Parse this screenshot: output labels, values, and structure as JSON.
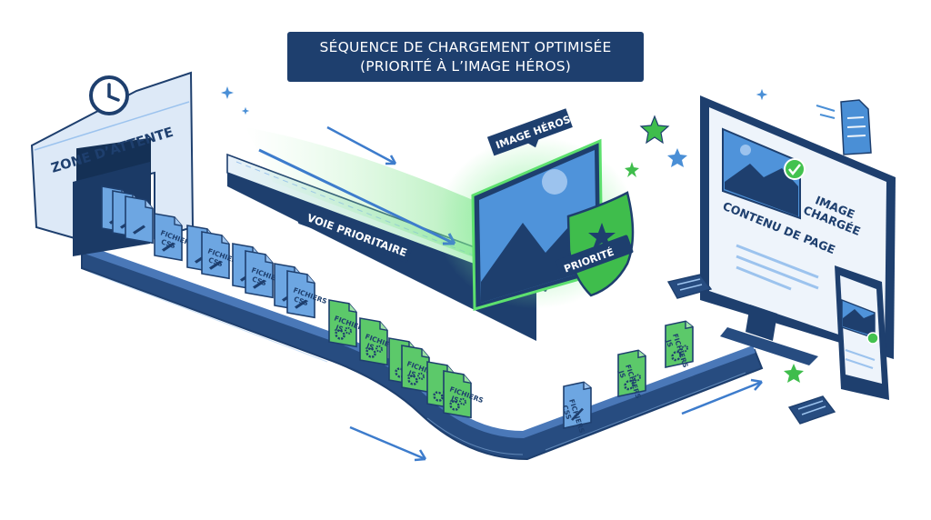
{
  "title": {
    "line1": "SÉQUENCE DE CHARGEMENT OPTIMISÉE",
    "line2": "(PRIORITÉ À L’IMAGE HÉROS)"
  },
  "labels": {
    "waiting_zone": "ZONE D’ATTENTE",
    "priority_lane": "VOIE PRIORITAIRE",
    "hero_image": "IMAGE HÉROS",
    "priority_badge": "PRIORITÉ",
    "image_loaded_line1": "IMAGE",
    "image_loaded_line2": "CHARGÉE",
    "page_content": "CONTENU DE PAGE"
  },
  "file_labels": {
    "css_line1": "FICHIERS",
    "css_line2": "CSS",
    "js_line1": "FICHIERS",
    "js_line2": "JS"
  },
  "colors": {
    "navy": "#1e3f6e",
    "blue": "#4a8fd6",
    "light_blue": "#cfe2f6",
    "green": "#43c24f",
    "green_glow": "#7be08a"
  }
}
